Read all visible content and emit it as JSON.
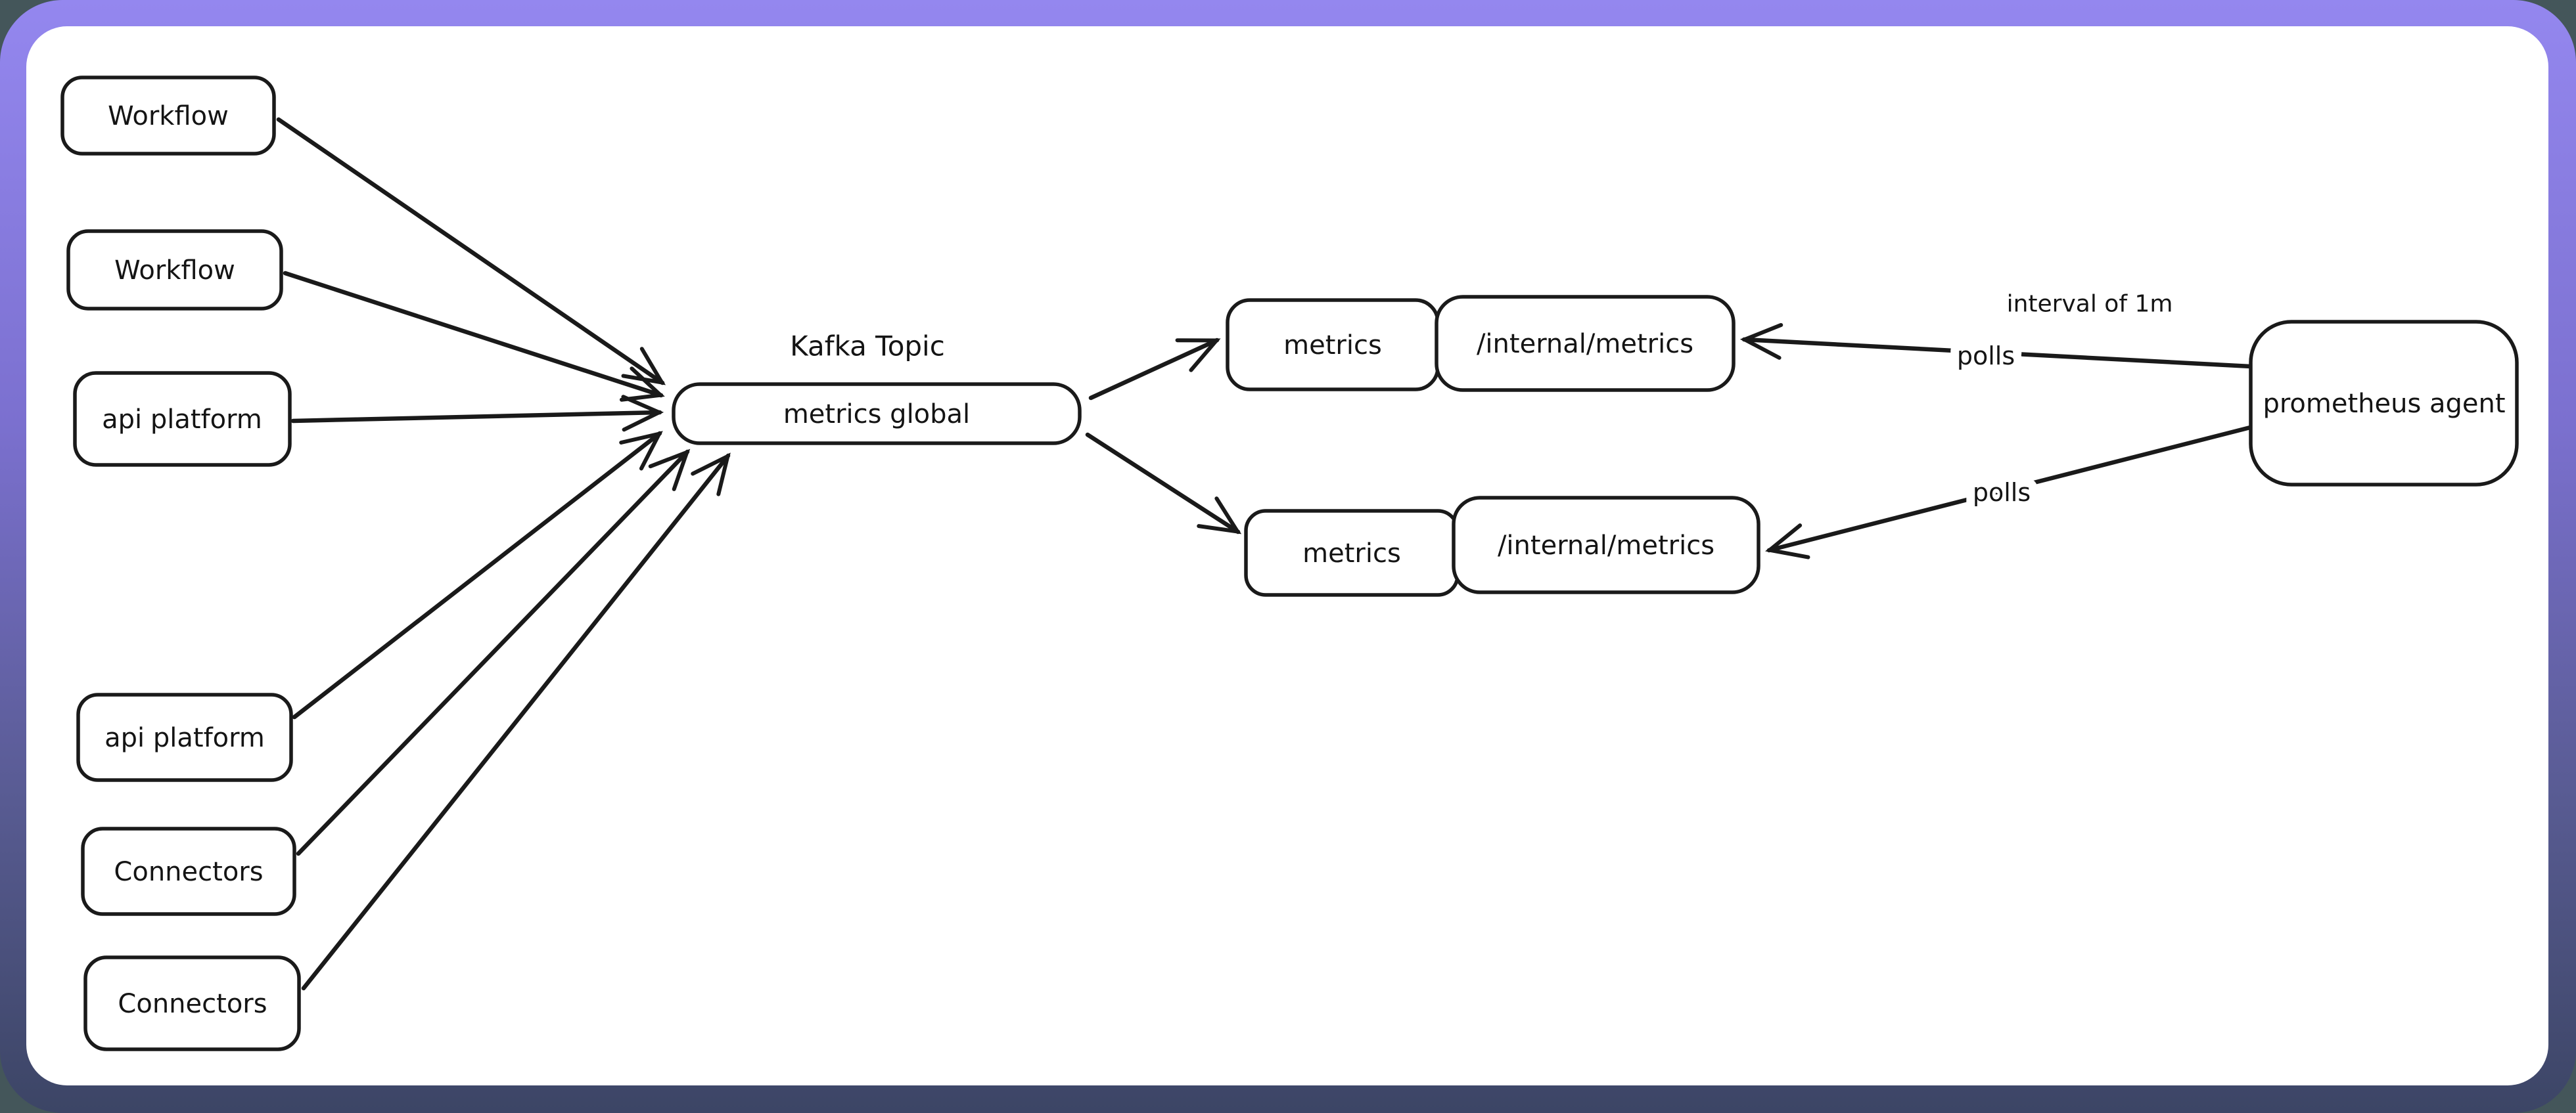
{
  "window": {
    "backdrop_color": "#44565a",
    "frame_gradient_top": "#9487ef",
    "frame_gradient_mid": "#7b70cf",
    "frame_gradient_bottom": "#3c4565",
    "canvas_color": "#ffffff",
    "ink_color": "#1a1a1a"
  },
  "diagram": {
    "nodes": [
      {
        "id": "workflow-1",
        "label": "Workflow"
      },
      {
        "id": "workflow-2",
        "label": "Workflow"
      },
      {
        "id": "api-platform-1",
        "label": "api platform"
      },
      {
        "id": "api-platform-2",
        "label": "api platform"
      },
      {
        "id": "connectors-1",
        "label": "Connectors"
      },
      {
        "id": "connectors-2",
        "label": "Connectors"
      },
      {
        "id": "metrics-global",
        "label": "metrics global"
      },
      {
        "id": "metrics-top",
        "label": "metrics"
      },
      {
        "id": "internal-metrics-top",
        "label": "/internal/metrics"
      },
      {
        "id": "metrics-bottom",
        "label": "metrics"
      },
      {
        "id": "internal-metrics-bottom",
        "label": "/internal/metrics"
      },
      {
        "id": "prometheus-agent",
        "label": "prometheus agent"
      }
    ],
    "annotations": {
      "kafka_topic": "Kafka Topic",
      "interval": "interval of 1m"
    },
    "edges": [
      {
        "from": "workflow-1",
        "to": "metrics-global",
        "label": ""
      },
      {
        "from": "workflow-2",
        "to": "metrics-global",
        "label": ""
      },
      {
        "from": "api-platform-1",
        "to": "metrics-global",
        "label": ""
      },
      {
        "from": "api-platform-2",
        "to": "metrics-global",
        "label": ""
      },
      {
        "from": "connectors-1",
        "to": "metrics-global",
        "label": ""
      },
      {
        "from": "connectors-2",
        "to": "metrics-global",
        "label": ""
      },
      {
        "from": "metrics-global",
        "to": "metrics-top",
        "label": ""
      },
      {
        "from": "metrics-global",
        "to": "metrics-bottom",
        "label": ""
      },
      {
        "from": "prometheus-agent",
        "to": "internal-metrics-top",
        "label": "polls"
      },
      {
        "from": "prometheus-agent",
        "to": "internal-metrics-bottom",
        "label": "polls"
      }
    ]
  }
}
